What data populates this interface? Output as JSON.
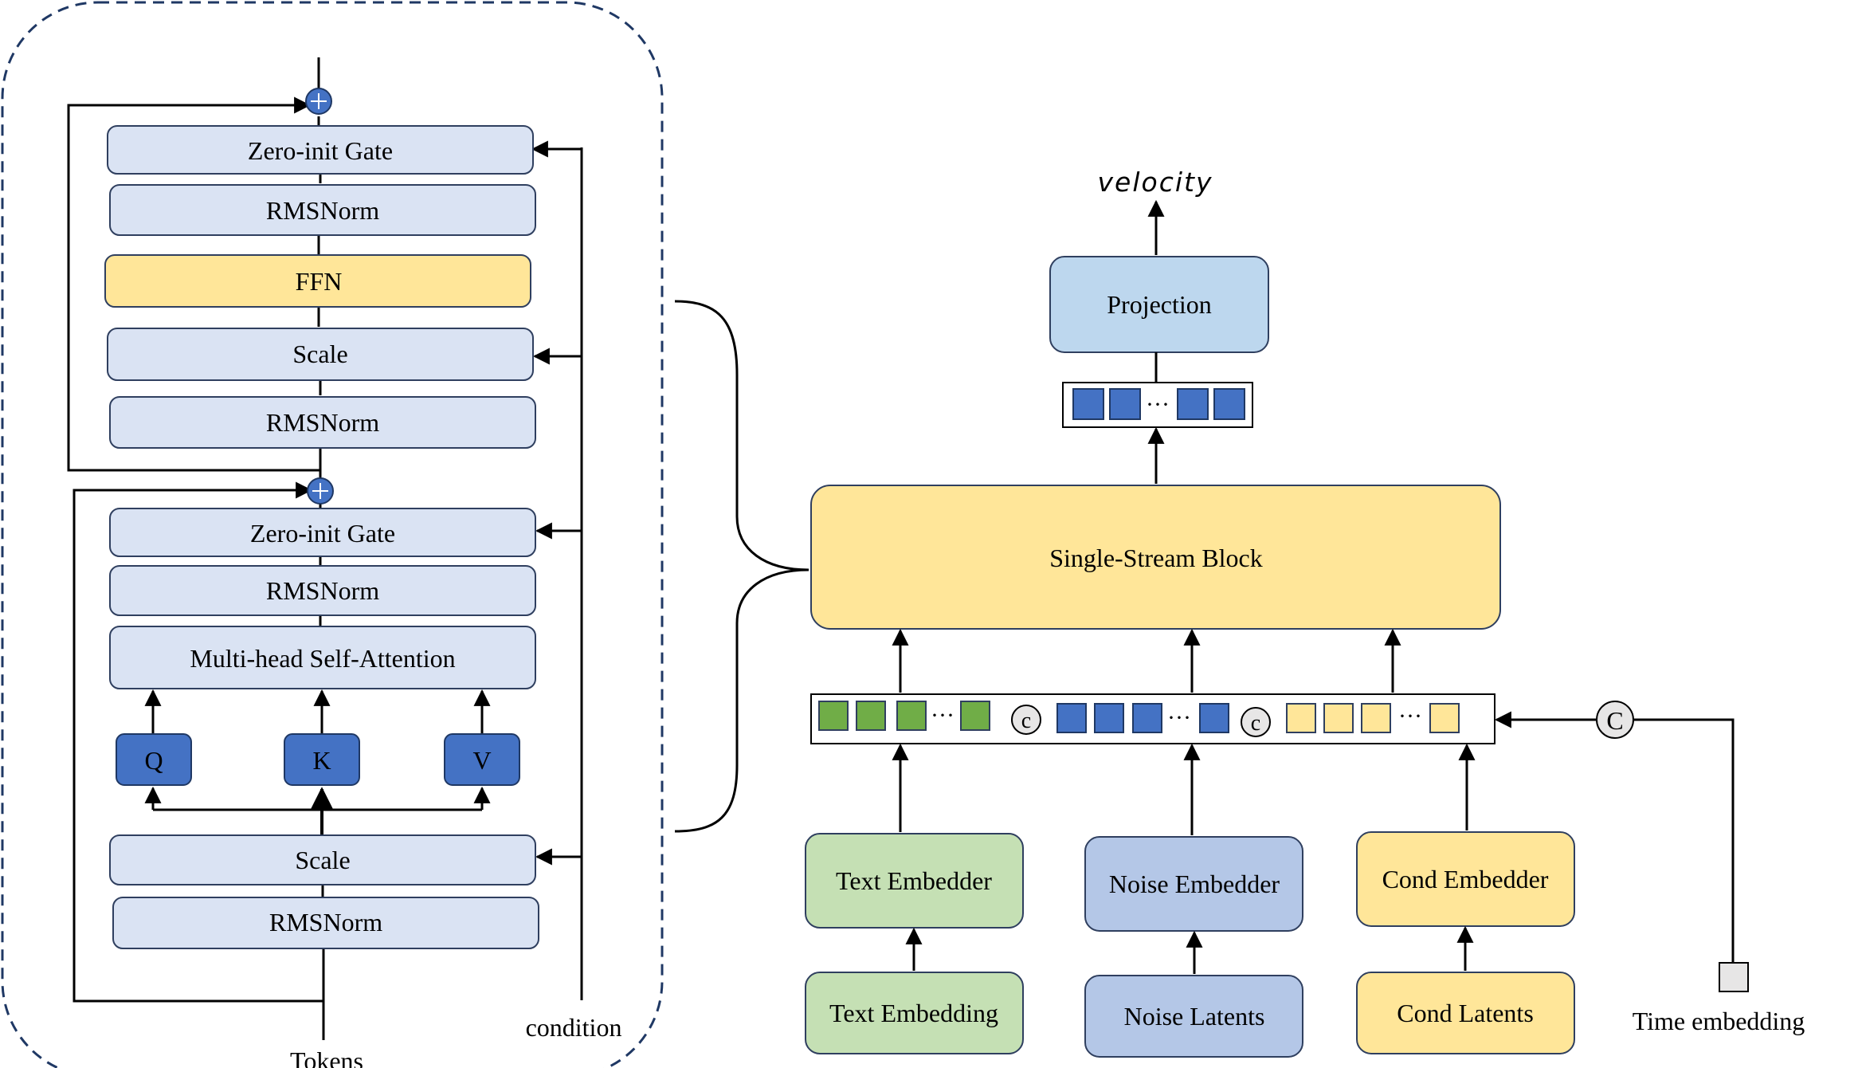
{
  "left_block": {
    "top_gate": "Zero-init Gate",
    "top_norm1": "RMSNorm",
    "ffn": "FFN",
    "top_scale": "Scale",
    "top_norm2": "RMSNorm",
    "bottom_gate": "Zero-init Gate",
    "bottom_norm1": "RMSNorm",
    "attention": "Multi-head Self-Attention",
    "q": "Q",
    "k": "K",
    "v": "V",
    "bottom_scale": "Scale",
    "bottom_norm2": "RMSNorm",
    "input_label": "Tokens",
    "condition_label": "condition"
  },
  "right_diagram": {
    "output_label": "velocity",
    "projection": "Projection",
    "block": "Single-Stream Block",
    "ellipsis": "···",
    "concat_symbol": "c",
    "time_concat_symbol": "C",
    "text_embedder": "Text Embedder",
    "noise_embedder": "Noise Embedder",
    "cond_embedder": "Cond Embedder",
    "text_embedding": "Text Embedding",
    "noise_latents": "Noise Latents",
    "cond_latents": "Cond Latents",
    "time_embedding": "Time embedding"
  },
  "colors": {
    "light_blue": "#dae3f3",
    "mid_blue": "#b4c7e7",
    "dark_blue": "#4472c4",
    "yellow": "#ffe699",
    "green_light": "#c5e0b4",
    "green_token": "#70ad47",
    "yellow_token": "#ffe699",
    "projection_blue": "#bdd7ee",
    "border_navy": "#1f3864",
    "concat_gray": "#e7e6e6"
  }
}
